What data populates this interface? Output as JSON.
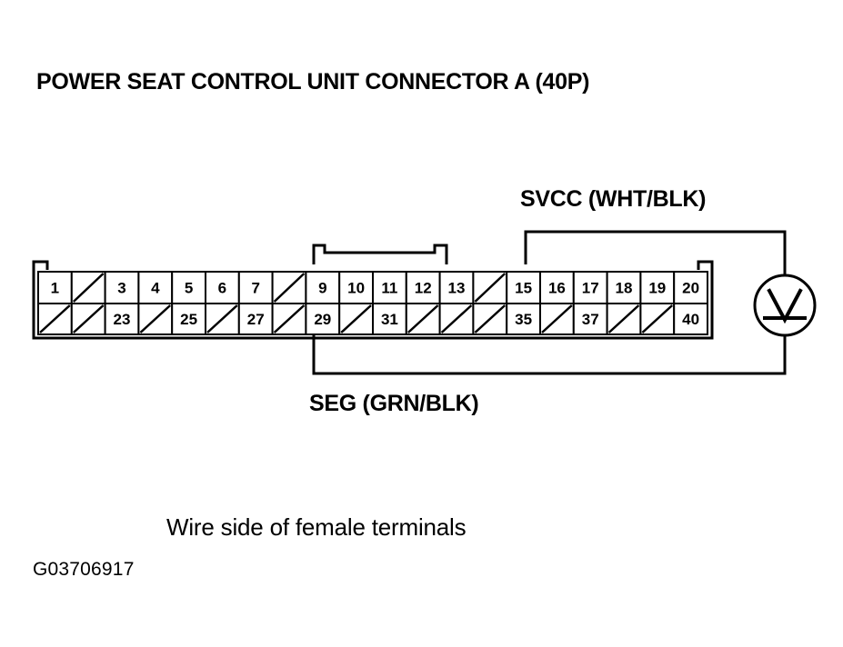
{
  "title": "POWER SEAT CONTROL UNIT CONNECTOR A (40P)",
  "caption": "Wire side of female terminals",
  "id_code": "G03706917",
  "connector": {
    "name": "Connector A",
    "pin_count": "40P",
    "top_row": [
      {
        "label": "1",
        "blank": false
      },
      {
        "label": "",
        "blank": true
      },
      {
        "label": "3",
        "blank": false
      },
      {
        "label": "4",
        "blank": false
      },
      {
        "label": "5",
        "blank": false
      },
      {
        "label": "6",
        "blank": false
      },
      {
        "label": "7",
        "blank": false
      },
      {
        "label": "",
        "blank": true
      },
      {
        "label": "9",
        "blank": false
      },
      {
        "label": "10",
        "blank": false
      },
      {
        "label": "11",
        "blank": false
      },
      {
        "label": "12",
        "blank": false
      },
      {
        "label": "13",
        "blank": false
      },
      {
        "label": "",
        "blank": true
      },
      {
        "label": "15",
        "blank": false
      },
      {
        "label": "16",
        "blank": false
      },
      {
        "label": "17",
        "blank": false
      },
      {
        "label": "18",
        "blank": false
      },
      {
        "label": "19",
        "blank": false
      },
      {
        "label": "20",
        "blank": false
      }
    ],
    "bottom_row": [
      {
        "label": "",
        "blank": true
      },
      {
        "label": "",
        "blank": true
      },
      {
        "label": "23",
        "blank": false
      },
      {
        "label": "",
        "blank": true
      },
      {
        "label": "25",
        "blank": false
      },
      {
        "label": "",
        "blank": true
      },
      {
        "label": "27",
        "blank": false
      },
      {
        "label": "",
        "blank": true
      },
      {
        "label": "29",
        "blank": false
      },
      {
        "label": "",
        "blank": true
      },
      {
        "label": "31",
        "blank": false
      },
      {
        "label": "",
        "blank": true
      },
      {
        "label": "",
        "blank": true
      },
      {
        "label": "",
        "blank": true
      },
      {
        "label": "35",
        "blank": false
      },
      {
        "label": "",
        "blank": true
      },
      {
        "label": "37",
        "blank": false
      },
      {
        "label": "",
        "blank": true
      },
      {
        "label": "",
        "blank": true
      },
      {
        "label": "40",
        "blank": false
      }
    ]
  },
  "wires": [
    {
      "id": "svcc",
      "label": "SVCC (WHT/BLK)",
      "signal": "SVCC",
      "color_code": "WHT/BLK",
      "from_terminal": "15",
      "to": "voltmeter"
    },
    {
      "id": "seg",
      "label": "SEG (GRN/BLK)",
      "signal": "SEG",
      "color_code": "GRN/BLK",
      "from_terminal": "29",
      "to": "voltmeter"
    }
  ],
  "meter": {
    "type": "voltmeter",
    "symbol": "V"
  },
  "colors": {
    "line": "#000000",
    "background": "#ffffff"
  }
}
